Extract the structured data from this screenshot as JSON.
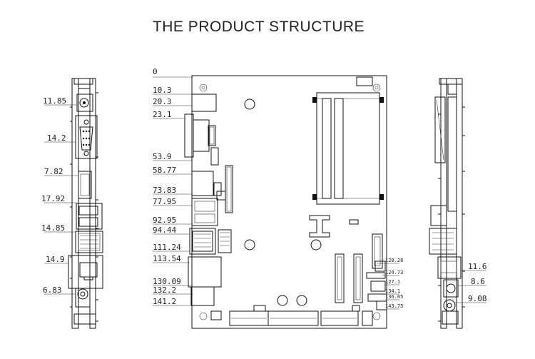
{
  "title": "THE PRODUCT STRUCTURE",
  "left_side_dims": [
    "11.85",
    "14.2",
    "7.82",
    "17.92",
    "14.85",
    "14.9",
    "6.83"
  ],
  "main_left_dims": [
    "0",
    "10.3",
    "20.3",
    "23.1",
    "53.9",
    "58.77",
    "73.83",
    "77.95",
    "92.95",
    "94.44",
    "111.24",
    "113.54",
    "130.09",
    "132.2",
    "141.2"
  ],
  "main_right_dims": [
    "120.28",
    "124.73",
    "127.1",
    "134.1",
    "136.05",
    "143.75"
  ],
  "right_side_dims": [
    "11.6",
    "8.6",
    "9.08"
  ]
}
